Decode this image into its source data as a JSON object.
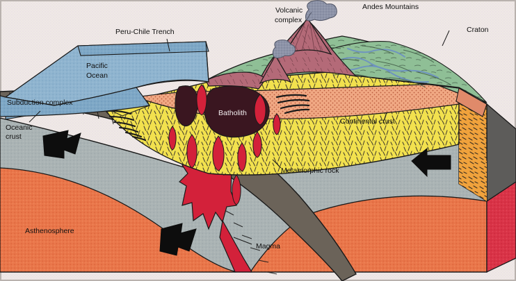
{
  "figure": {
    "title": "Subduction zone block diagram — Andean continental margin",
    "type": "geologic-block-diagram",
    "background_color": "#efe7e6",
    "frame_color": "#b9b2ae"
  },
  "labels": {
    "peru_chile_trench": "Peru-Chile Trench",
    "volcanic_complex_line1": "Volcanic",
    "volcanic_complex_line2": "complex",
    "andes_mountains": "Andes Mountains",
    "craton": "Craton",
    "pacific_ocean_line1": "Pacific",
    "pacific_ocean_line2": "Ocean",
    "subduction_complex": "Subduction complex",
    "oceanic_crust_line1": "Oceanic",
    "oceanic_crust_line2": "crust",
    "batholith": "Batholith",
    "continental_crust": "Continental crust",
    "metamorphic_rock": "Metamorphic rock",
    "asthenosphere": "Asthenosphere",
    "magma": "Magma"
  },
  "colors": {
    "ocean_water": "#8fb4cf",
    "ocean_water_dark": "#7ea7c6",
    "oceanic_crust": "#6b6359",
    "continental_crust": "#f2e14e",
    "continental_crust_side": "#f0dc4a",
    "sediment_salmon": "#f0a883",
    "craton_orange": "#f0a23c",
    "craton_edge": "#e08a6a",
    "green_terrain": "#8fbf96",
    "volcano_mauve": "#b46a78",
    "batholith": "#3a1620",
    "magma_red": "#d3213a",
    "mantle_gray": "#aab3b4",
    "mantle_gray_dark": "#5d5c5a",
    "asthenosphere": "#e9764a",
    "asthenosphere_side": "#d93347",
    "ash_plume": "#8d93a8",
    "river_blue": "#6e93c0",
    "arrow_black": "#0d0d0d",
    "outline": "#1a1a1a"
  },
  "arrows": [
    {
      "name": "convergence-arrow-oceanic-left",
      "direction": "right-down"
    },
    {
      "name": "convergence-arrow-slab-lower",
      "direction": "right-down"
    },
    {
      "name": "convergence-arrow-continental-right",
      "direction": "left"
    }
  ],
  "features": {
    "volcano_count": 2,
    "ash_plume_count": 2,
    "magma_teardrop_count": 9
  }
}
